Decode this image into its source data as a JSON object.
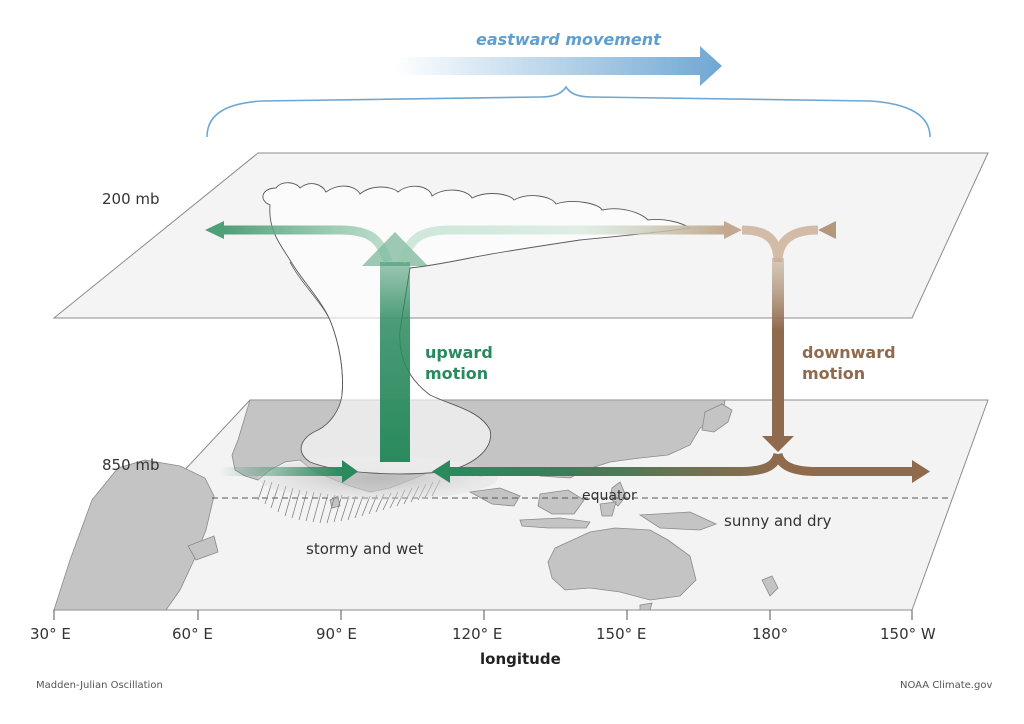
{
  "header": {
    "eastward_label": "eastward movement"
  },
  "levels": {
    "upper": "200 mb",
    "lower": "850 mb"
  },
  "motion": {
    "upward_line1": "upward",
    "upward_line2": "motion",
    "downward_line1": "downward",
    "downward_line2": "motion"
  },
  "map_labels": {
    "equator": "equator",
    "stormy": "stormy and wet",
    "sunny": "sunny and dry"
  },
  "axis": {
    "ticks": [
      "30° E",
      "60° E",
      "90° E",
      "120° E",
      "150° E",
      "180°",
      "150° W"
    ],
    "title": "longitude"
  },
  "footer": {
    "left": "Madden-Julian Oscillation",
    "right": "NOAA Climate.gov"
  },
  "colors": {
    "upward_green": "#2a8a5e",
    "downward_brown": "#8f6a4d",
    "eastward_blue": "#6fa7d3",
    "land_gray": "#c4c4c4",
    "plane_fill": "#f2f3f2"
  },
  "icons": [
    "eastward-arrow-icon",
    "bracket-icon",
    "cloud-icon"
  ]
}
